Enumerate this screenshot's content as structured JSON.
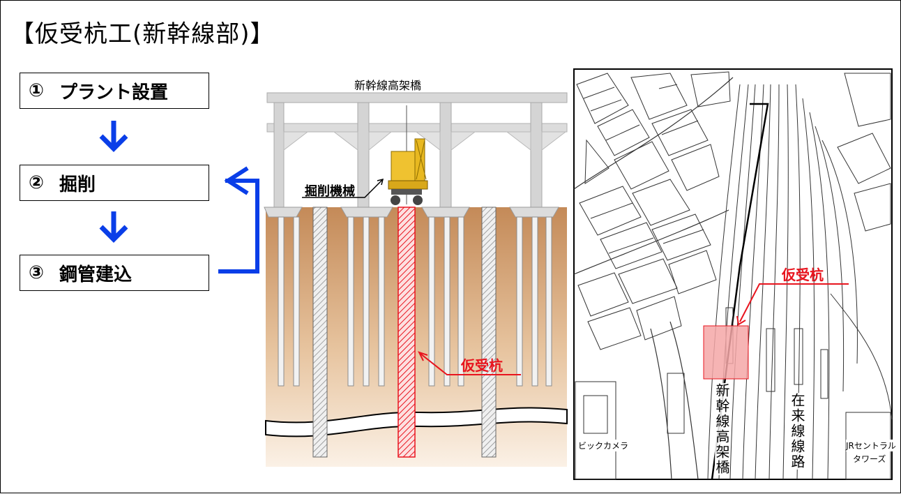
{
  "title": "【仮受杭工(新幹線部)】",
  "steps": [
    {
      "num": "①",
      "label": "プラント設置"
    },
    {
      "num": "②",
      "label": "掘削"
    },
    {
      "num": "③",
      "label": "鋼管建込"
    }
  ],
  "section": {
    "bridge_label": "新幹線高架橋",
    "machine_label": "掘削機械",
    "pile_label": "仮受杭"
  },
  "map": {
    "pile_label": "仮受杭",
    "shinkansen_label": "新幹線高架橋",
    "conventional_label": "在来線線路",
    "bic_label": "ビックカメラ",
    "jr_label_1": "JRセントラル",
    "jr_label_2": "タワーズ"
  },
  "colors": {
    "arrow_blue": "#0a3ee8",
    "highlight_red": "#e8141e",
    "pile_zone": "#f4a7a7",
    "soil_top": "#c98a55",
    "machine_yellow": "#e8b820"
  },
  "icons": [
    "down-arrow-icon",
    "loop-arrow-icon",
    "excavator-icon"
  ]
}
